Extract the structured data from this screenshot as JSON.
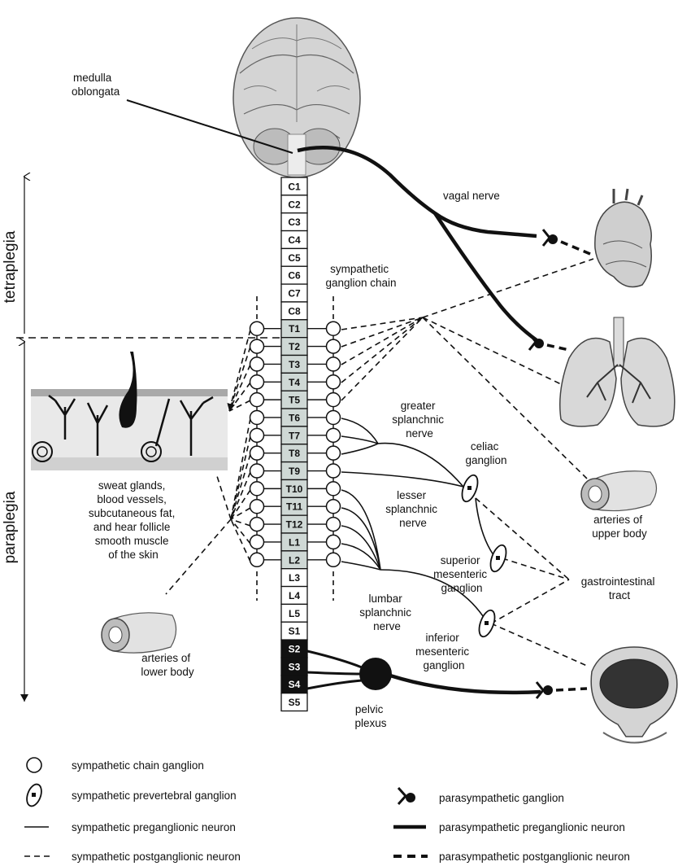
{
  "labels": {
    "medulla": [
      "medulla",
      "oblongata"
    ],
    "vagal_nerve": "vagal nerve",
    "sympathetic_chain": [
      "sympathetic",
      "ganglion chain"
    ],
    "greater_splanchnic": [
      "greater",
      "splanchnic",
      "nerve"
    ],
    "celiac": [
      "celiac",
      "ganglion"
    ],
    "lesser_splanchnic": [
      "lesser",
      "splanchnic",
      "nerve"
    ],
    "superior_mesenteric": [
      "superior",
      "mesenteric",
      "ganglion"
    ],
    "lumbar_splanchnic": [
      "lumbar",
      "splanchnic",
      "nerve"
    ],
    "inferior_mesenteric": [
      "inferior",
      "mesenteric",
      "ganglion"
    ],
    "gastrointestinal": [
      "gastrointestinal",
      "tract"
    ],
    "arteries_upper": [
      "arteries of",
      "upper body"
    ],
    "arteries_lower": [
      "arteries of",
      "lower body"
    ],
    "skin": [
      "sweat glands,",
      "blood vessels,",
      "subcutaneous fat,",
      "and hear follicle",
      "smooth muscle",
      "of the skin"
    ],
    "pelvic": [
      "pelvic",
      "plexus"
    ],
    "tetraplegia": "tetraplegia",
    "paraplegia": "paraplegia"
  },
  "segments": [
    {
      "label": "C1",
      "kind": "cervical"
    },
    {
      "label": "C2",
      "kind": "cervical"
    },
    {
      "label": "C3",
      "kind": "cervical"
    },
    {
      "label": "C4",
      "kind": "cervical"
    },
    {
      "label": "C5",
      "kind": "cervical"
    },
    {
      "label": "C6",
      "kind": "cervical"
    },
    {
      "label": "C7",
      "kind": "cervical"
    },
    {
      "label": "C8",
      "kind": "cervical"
    },
    {
      "label": "T1",
      "kind": "sympathetic"
    },
    {
      "label": "T2",
      "kind": "sympathetic"
    },
    {
      "label": "T3",
      "kind": "sympathetic"
    },
    {
      "label": "T4",
      "kind": "sympathetic"
    },
    {
      "label": "T5",
      "kind": "sympathetic"
    },
    {
      "label": "T6",
      "kind": "sympathetic"
    },
    {
      "label": "T7",
      "kind": "sympathetic"
    },
    {
      "label": "T8",
      "kind": "sympathetic"
    },
    {
      "label": "T9",
      "kind": "sympathetic"
    },
    {
      "label": "T10",
      "kind": "sympathetic"
    },
    {
      "label": "T11",
      "kind": "sympathetic"
    },
    {
      "label": "T12",
      "kind": "sympathetic"
    },
    {
      "label": "L1",
      "kind": "sympathetic"
    },
    {
      "label": "L2",
      "kind": "sympathetic"
    },
    {
      "label": "L3",
      "kind": "plain"
    },
    {
      "label": "L4",
      "kind": "plain"
    },
    {
      "label": "L5",
      "kind": "plain"
    },
    {
      "label": "S1",
      "kind": "plain"
    },
    {
      "label": "S2",
      "kind": "parasympathetic"
    },
    {
      "label": "S3",
      "kind": "parasympathetic"
    },
    {
      "label": "S4",
      "kind": "parasympathetic"
    },
    {
      "label": "S5",
      "kind": "plain"
    }
  ],
  "segment_colors": {
    "cervical": "#ffffff",
    "sympathetic": "#cfd8d5",
    "plain": "#ffffff",
    "parasympathetic": "#111111"
  },
  "legend": {
    "chain_ganglion": "sympathetic chain ganglion",
    "prevertebral_ganglion": "sympathetic prevertebral ganglion",
    "sym_pre": "sympathetic preganglionic neuron",
    "sym_post": "sympathetic postganglionic neuron",
    "para_ganglion": "parasympathetic ganglion",
    "para_pre": "parasympathetic preganglionic neuron",
    "para_post": "parasympathetic postganglionic neuron"
  }
}
